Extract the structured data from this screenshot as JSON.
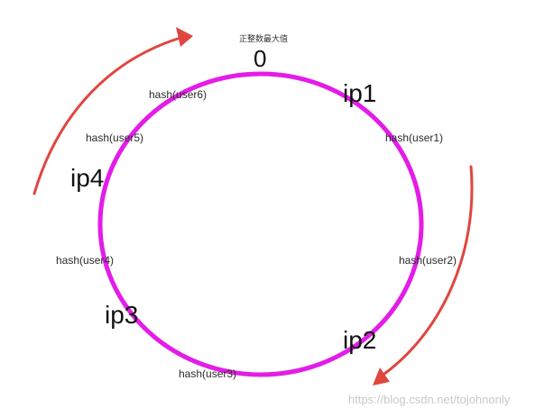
{
  "header": {
    "title": "正整数最大值",
    "zero": "0"
  },
  "nodes": {
    "ip1": "ip1",
    "ip2": "ip2",
    "ip3": "ip3",
    "ip4": "ip4"
  },
  "users": {
    "user1": "hash(user1)",
    "user2": "hash(user2)",
    "user3": "hash(user3)",
    "user4": "hash(user4)",
    "user5": "hash(user5)",
    "user6": "hash(user6)"
  },
  "watermark": "https://blog.csdn.net/tojohnonly",
  "colors": {
    "ring": "#e31ce8",
    "arrow": "#e0463f"
  }
}
